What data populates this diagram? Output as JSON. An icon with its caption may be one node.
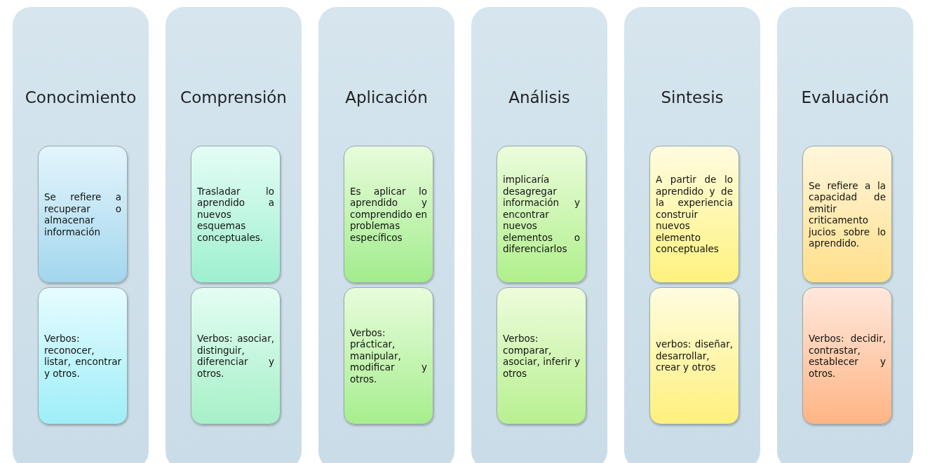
{
  "diagram": {
    "nodes": [
      {
        "text": [
          "Conocimiento"
        ]
      },
      {
        "text": [
          "Se refiere a recuperar o almacenar información"
        ],
        "in": 0
      },
      {
        "text": [
          "Verbos: reconocer, listar, encontrar y otros."
        ],
        "in": 0
      },
      {
        "text": [
          "Comprensión"
        ]
      },
      {
        "text": [
          "Trasladar lo aprendido a nuevos esquemas conceptuales."
        ],
        "in": 3
      },
      {
        "text": [
          "Verbos: asociar, distinguir, diferenciar y otros."
        ],
        "in": 3
      },
      {
        "text": [
          "Aplicación"
        ]
      },
      {
        "text": [
          "Es aplicar lo aprendido y comprendido en problemas específicos"
        ],
        "in": 6
      },
      {
        "text": [
          "Verbos: prácticar, manipular, modificar y otros."
        ],
        "in": 6
      },
      {
        "text": [
          "Análisis"
        ]
      },
      {
        "text": [
          "implicaría desagregar información y encontrar nuevos elementos o diferenciarlos"
        ],
        "in": 9
      },
      {
        "text": [
          "Verbos: comparar, asociar, inferir y otros"
        ],
        "in": 9
      },
      {
        "text": [
          "Sintesis"
        ]
      },
      {
        "text": [
          "A partir de lo aprendido y de la experiencia construir nuevos elemento conceptuales"
        ],
        "in": 12
      },
      {
        "text": [
          "verbos: diseñar, desarrollar, crear y otros"
        ],
        "in": 12
      },
      {
        "text": [
          "Evaluación"
        ]
      },
      {
        "text": [
          "Se refiere a la capacidad de emitir criticamento jucios sobre lo aprendido."
        ],
        "in": 15
      },
      {
        "text": [
          "Verbos: decidir, contrastar, establecer y otros."
        ],
        "in": 15
      }
    ]
  }
}
